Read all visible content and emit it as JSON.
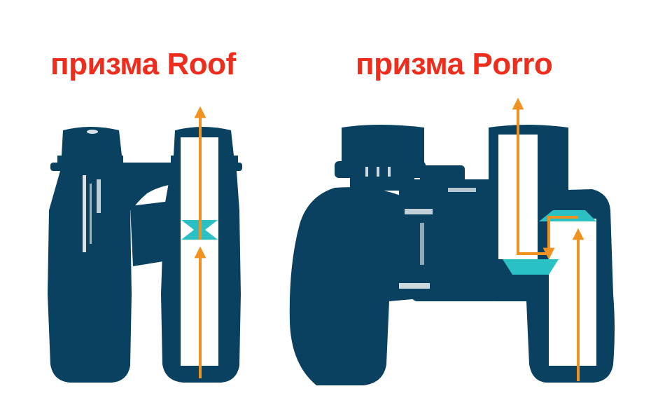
{
  "labels": {
    "roof": "призма Roof",
    "porro": "призма Porro"
  },
  "colors": {
    "label": "#ee2d1c",
    "body": "#0b4160",
    "tube_inner": "#ffffff",
    "light_path": "#f0921f",
    "prism": "#2bc1c4",
    "background": "#ffffff"
  },
  "icons": {
    "roof_binocular": "roof-prism-binocular-silhouette",
    "porro_binocular": "porro-prism-binocular-silhouette",
    "light_path": "light-path-arrow",
    "prism": "prism-shape"
  }
}
